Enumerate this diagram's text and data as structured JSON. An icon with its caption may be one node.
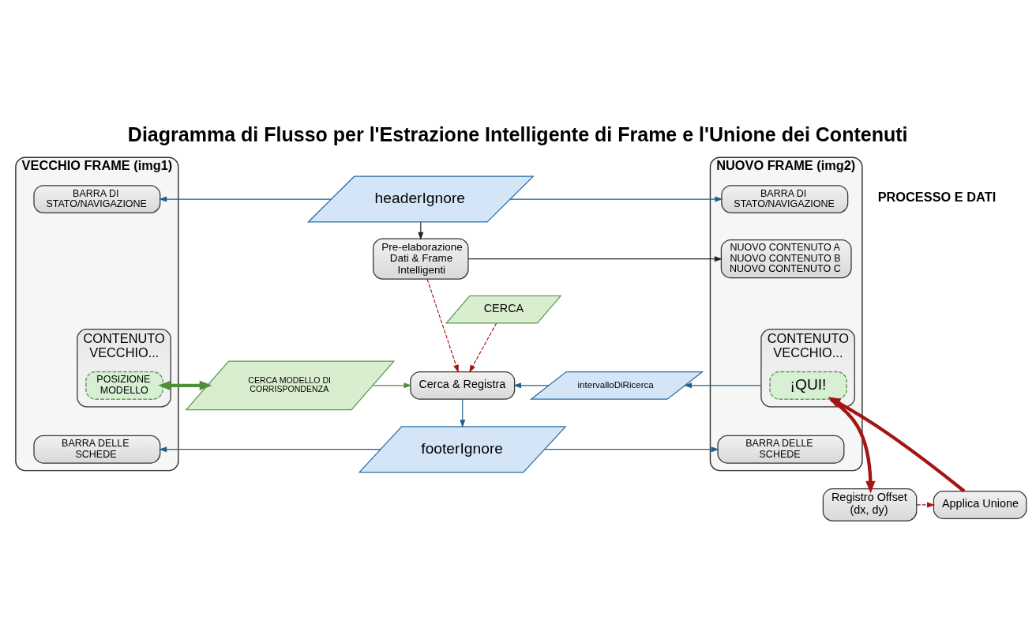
{
  "diagram": {
    "title": "Diagramma di Flusso per l'Estrazione Intelligente di Frame e l'Unione dei Contenuti",
    "nodes": [
      {
        "text": [
          "VECCHIO FRAME (img1)"
        ]
      },
      {
        "text": [
          "BARRA DI STATO/NAVIGAZIONE"
        ],
        "in": 0
      },
      {
        "text": [
          "CONTENUTO VECCHIO..."
        ],
        "in": 0
      },
      {
        "text": [
          "POSIZIONE MODELLO"
        ],
        "in": 2
      },
      {
        "text": [
          "BARRA DELLE SCHEDE"
        ],
        "in": 0
      },
      {
        "text": [
          "headerIgnore"
        ]
      },
      {
        "text": [
          "Pre-elaborazione Dati & Frame Intelligenti"
        ]
      },
      {
        "text": [
          "CERCA"
        ]
      },
      {
        "text": [
          "CERCA MODELLO DI CORRISPONDENZA"
        ]
      },
      {
        "text": [
          "Cerca & Registra"
        ]
      },
      {
        "text": [
          "intervalloDiRicerca"
        ]
      },
      {
        "text": [
          "footerIgnore"
        ]
      },
      {
        "text": [
          "NUOVO FRAME (img2)"
        ]
      },
      {
        "text": [
          "BARRA DI STATO/NAVIGAZIONE"
        ],
        "in": 12
      },
      {
        "text": [
          "NUOVO CONTENUTO A",
          "NUOVO CONTENUTO B",
          "NUOVO CONTENUTO C"
        ],
        "in": 12
      },
      {
        "text": [
          "CONTENUTO VECCHIO..."
        ],
        "in": 12
      },
      {
        "text": [
          "¡QUI!"
        ],
        "in": 15
      },
      {
        "text": [
          "BARRA DELLE SCHEDE"
        ],
        "in": 12
      },
      {
        "text": [
          "Registro Offset (dx, dy)"
        ]
      },
      {
        "text": [
          "Applica Unione"
        ]
      }
    ],
    "edges": [
      {
        "from": 5,
        "to": 1,
        "arrow": "to"
      },
      {
        "from": 5,
        "to": 13,
        "arrow": "to"
      },
      {
        "from": 5,
        "to": 6,
        "arrow": "to",
        "color": "#222222"
      },
      {
        "from": 6,
        "to": 14,
        "arrow": "to",
        "color": "#222222"
      },
      {
        "from": 6,
        "to": 9,
        "arrow": "to",
        "style": "dashed",
        "color": "#a31515"
      },
      {
        "from": 7,
        "to": 9,
        "arrow": "to",
        "style": "dashed",
        "color": "#a31515"
      },
      {
        "from": 3,
        "to": 8,
        "arrow": "both",
        "style": "thick",
        "color": "#4e8f3a"
      },
      {
        "from": 8,
        "to": 9,
        "arrow": "to",
        "color": "#4e8f3a"
      },
      {
        "from": 10,
        "to": 9,
        "arrow": "to"
      },
      {
        "from": 15,
        "to": 10,
        "arrow": "to"
      },
      {
        "from": 9,
        "to": 11,
        "arrow": "to"
      },
      {
        "from": 11,
        "to": 4,
        "arrow": "to"
      },
      {
        "from": 11,
        "to": 17,
        "arrow": "to"
      },
      {
        "from": 16,
        "to": 18,
        "arrow": "to",
        "style": "thick",
        "color": "#a31515"
      },
      {
        "from": 18,
        "to": 19,
        "arrow": "to",
        "style": "dashed",
        "color": "#a31515"
      },
      {
        "from": 19,
        "to": 16,
        "arrow": "to",
        "style": "thick",
        "color": "#a31515"
      }
    ],
    "labels": [
      "PROCESSO E DATI"
    ]
  }
}
